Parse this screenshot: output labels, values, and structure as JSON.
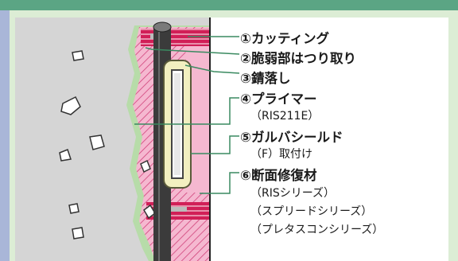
{
  "labels": [
    {
      "num": "①",
      "text": "カッティング"
    },
    {
      "num": "②",
      "text": "脆弱部はつり取り"
    },
    {
      "num": "③",
      "text": "錆落し"
    },
    {
      "num": "④",
      "text": "プライマー",
      "sub": [
        "（RIS211E）"
      ]
    },
    {
      "num": "⑤",
      "text": "ガルバシールド",
      "sub": [
        "（F）取付け"
      ]
    },
    {
      "num": "⑥",
      "text": "断面修復材",
      "sub": [
        "（RISシリーズ）",
        "（スプリードシリーズ）",
        "（プレタスコンシリーズ）"
      ]
    }
  ],
  "colors": {
    "frame_top": "#5ba584",
    "frame_left": "#a9b6d8",
    "background": "#dcedd5",
    "concrete": "#d5d5d5",
    "primer": "#f5b8d0",
    "repair_hatch": "#d0427a",
    "cutting": "#d11f57",
    "anode": "#f2efc0",
    "rebar": "#3b3b3b",
    "leader_line": "#3a8a60"
  }
}
